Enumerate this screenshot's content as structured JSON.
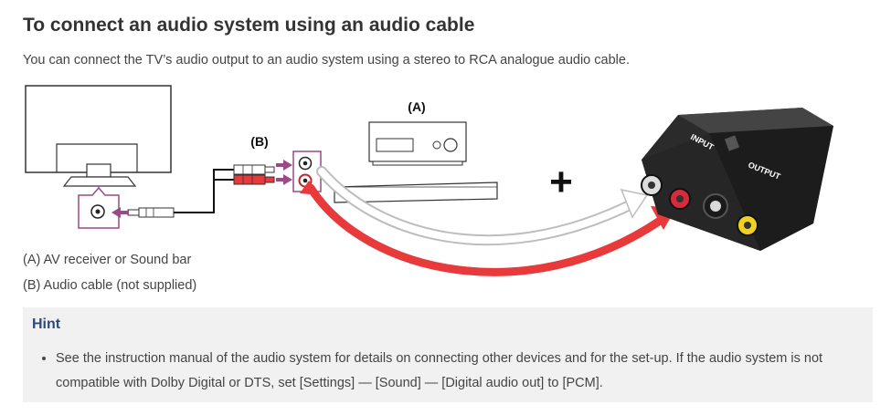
{
  "heading": "To connect an audio system using an audio cable",
  "intro": "You can connect the TV’s audio output to an audio system using a stereo to RCA analogue audio cable.",
  "diagram": {
    "label_a": "(A)",
    "label_b": "(B)",
    "plus": "+",
    "adapter_input": "INPUT",
    "adapter_output": "OUTPUT"
  },
  "legend": {
    "a": "(A) AV receiver or Sound bar",
    "b": "(B) Audio cable (not supplied)"
  },
  "hint": {
    "title": "Hint",
    "items": [
      "See the instruction manual of the audio system for details on connecting other devices and for the set-up. If the audio system is not compatible with Dolby Digital or DTS, set [Settings] — [Sound] — [Digital audio out] to [PCM]."
    ]
  },
  "colors": {
    "accent_cable": "#9b4a86",
    "red_arrow": "#e8393b",
    "hint_title": "#2e4a7a",
    "hint_bg": "#f1f1f1"
  }
}
